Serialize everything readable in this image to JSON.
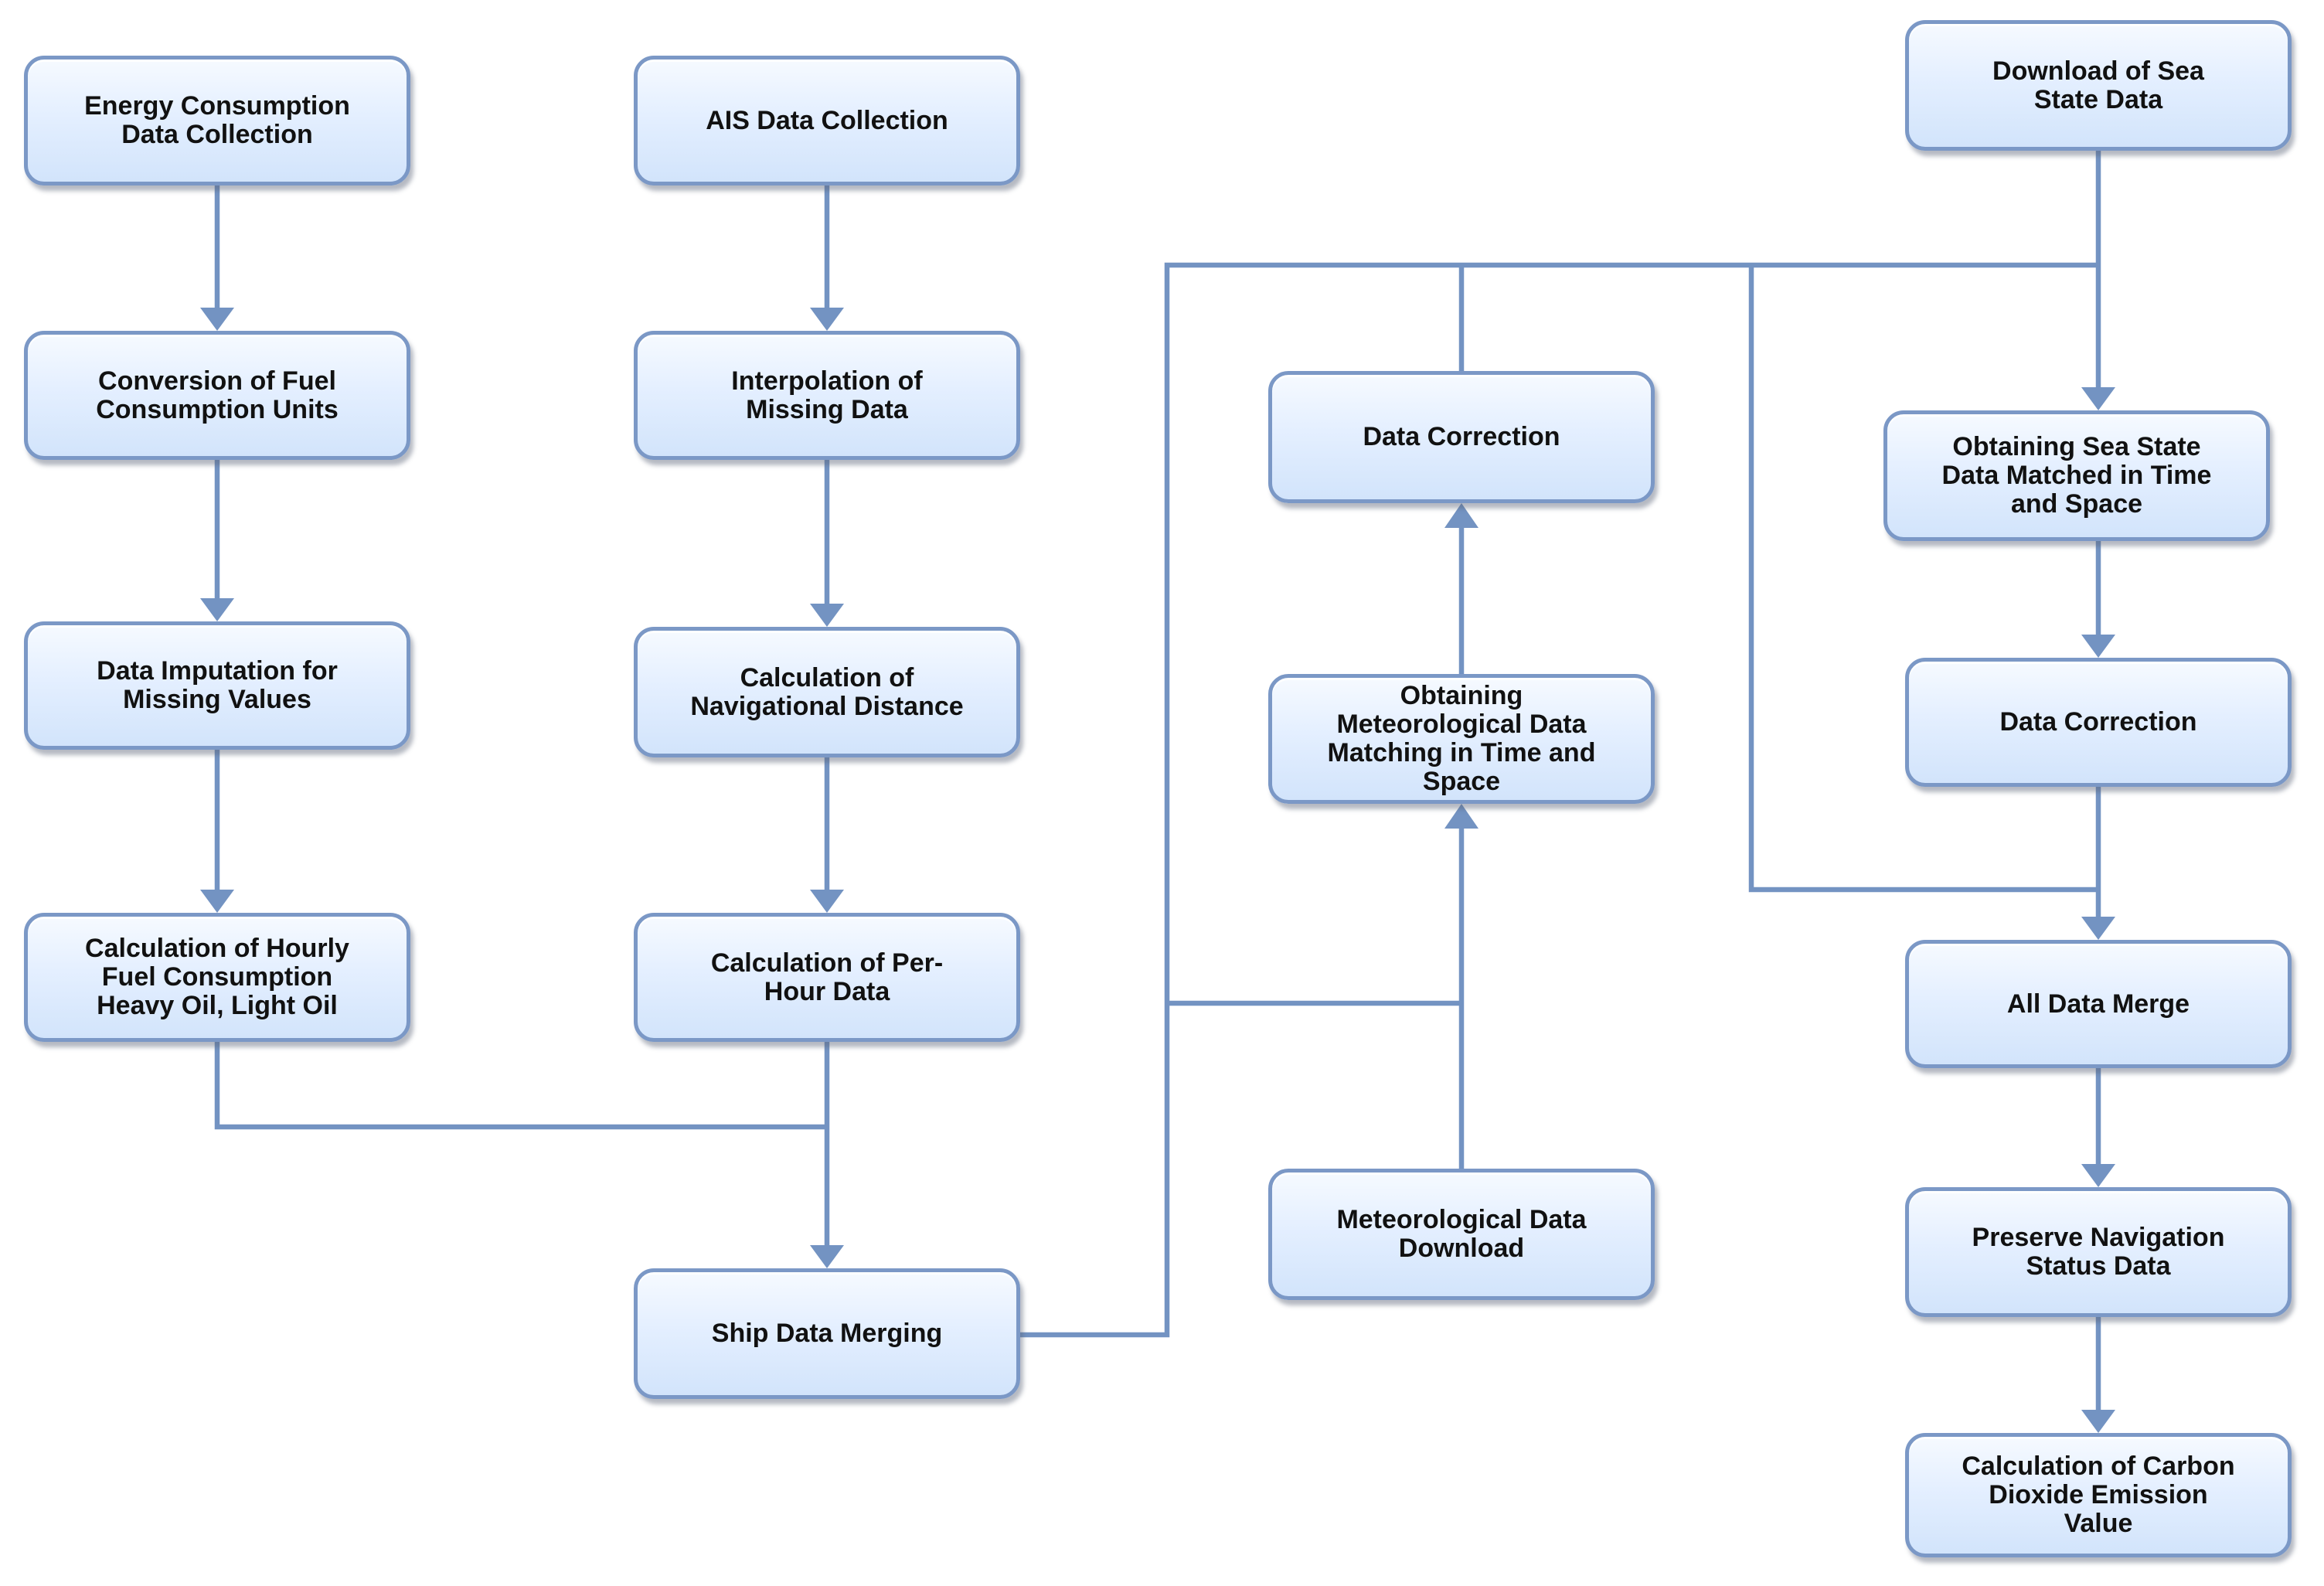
{
  "diagram": {
    "nodes": {
      "energy_collection": "Energy Consumption\nData Collection",
      "fuel_units": "Conversion of Fuel\nConsumption Units",
      "data_imputation": "Data Imputation for\nMissing Values",
      "hourly_fuel": "Calculation of Hourly\nFuel Consumption\nHeavy Oil, Light Oil",
      "ais_collection": "AIS Data Collection",
      "interpolation": "Interpolation of\nMissing Data",
      "nav_distance": "Calculation of\nNavigational Distance",
      "per_hour": "Calculation of Per-\nHour Data",
      "ship_merge": "Ship Data Merging",
      "met_correction": "Data Correction",
      "met_matching": "Obtaining\nMeteorological Data\nMatching in Time and\nSpace",
      "met_download": "Meteorological Data\nDownload",
      "sea_download": "Download of Sea\nState Data",
      "sea_matching": "Obtaining Sea State\nData Matched in Time\nand Space",
      "sea_correction": "Data Correction",
      "all_merge": "All Data Merge",
      "preserve_nav": "Preserve Navigation\nStatus Data",
      "co2_calc": "Calculation of Carbon\nDioxide Emission\nValue"
    },
    "colors": {
      "connector": "#7393c2",
      "node_border": "#7b98c6",
      "node_fill_top": "#f6faff",
      "node_fill_bottom": "#d2e4fb",
      "text": "#111111"
    }
  }
}
